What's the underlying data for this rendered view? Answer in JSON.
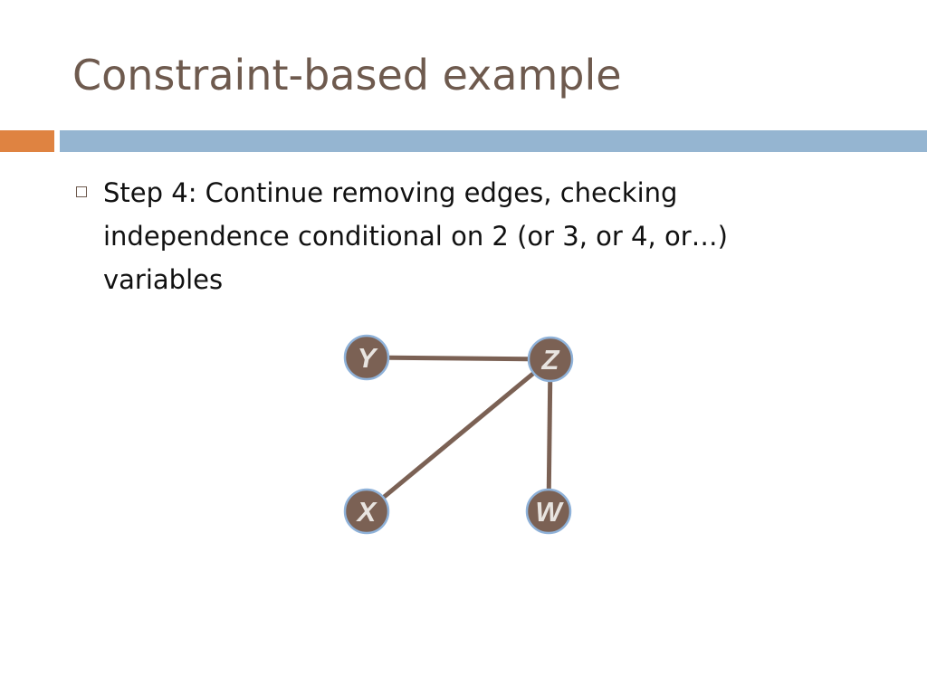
{
  "slide": {
    "title": "Constraint-based example",
    "bullet": "Step 4: Continue removing edges, checking independence conditional on 2 (or 3, or 4, or…) variables"
  },
  "graph": {
    "nodes": [
      {
        "id": "Y",
        "label": "Y"
      },
      {
        "id": "Z",
        "label": "Z"
      },
      {
        "id": "X",
        "label": "X"
      },
      {
        "id": "W",
        "label": "W"
      }
    ],
    "edges": [
      {
        "from": "Y",
        "to": "Z"
      },
      {
        "from": "Z",
        "to": "X"
      },
      {
        "from": "Z",
        "to": "W"
      }
    ],
    "colors": {
      "node_fill": "#7b6154",
      "node_stroke": "#8fb2d9",
      "node_label": "#e8e4e0",
      "edge": "#7b6154"
    }
  }
}
